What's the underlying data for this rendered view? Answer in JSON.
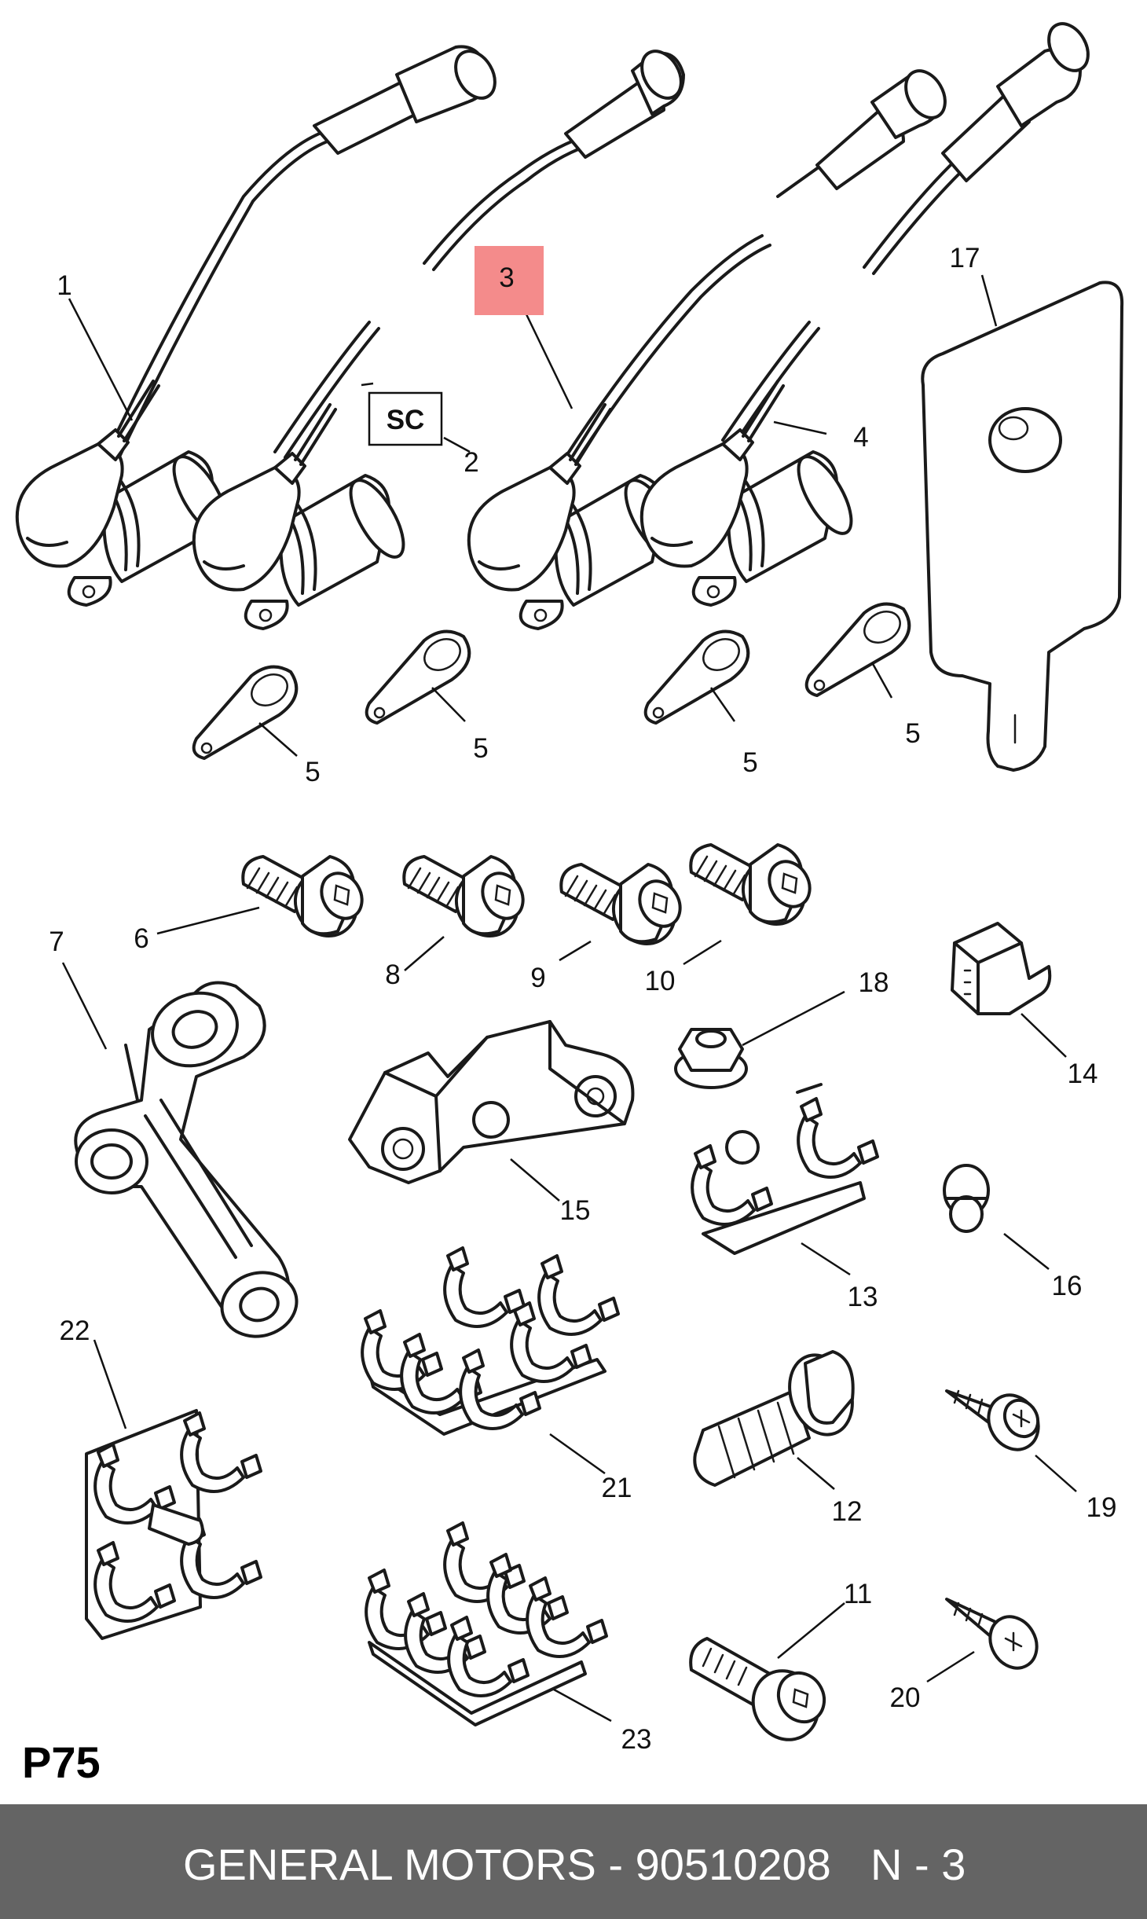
{
  "figure": {
    "page_code": "P75",
    "highlighted_callout": "3",
    "highlight_color": "#f48b8b",
    "sc_box_label": "SC",
    "callouts": {
      "c1": "1",
      "c2": "2",
      "c3": "3",
      "c4": "4",
      "c5a": "5",
      "c5b": "5",
      "c5c": "5",
      "c5d": "5",
      "c6": "6",
      "c7": "7",
      "c8": "8",
      "c9": "9",
      "c10": "10",
      "c11": "11",
      "c12": "12",
      "c13": "13",
      "c14": "14",
      "c15": "15",
      "c16": "16",
      "c17": "17",
      "c18": "18",
      "c19": "19",
      "c20": "20",
      "c21": "21",
      "c22": "22",
      "c23": "23"
    }
  },
  "footer": {
    "text": "GENERAL MOTORS - 90510208",
    "page": "N - 3",
    "background": "#646464"
  }
}
